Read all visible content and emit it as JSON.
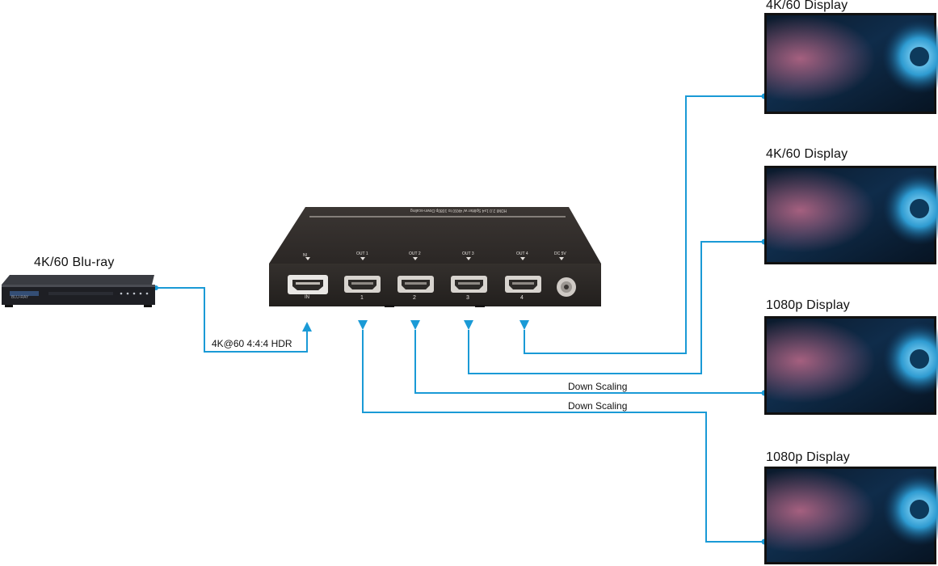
{
  "source": {
    "label": "4K/60 Blu-ray",
    "device_text": "BLU-RAY",
    "connection_label": "4K@60 4:4:4 HDR"
  },
  "splitter": {
    "top_caption": "HDMI 2.0 1x4 Splitter w/ 4K60 to 1080p Down-scaling",
    "ports": [
      {
        "top": "IN",
        "bottom": "IN"
      },
      {
        "top": "OUT 1",
        "bottom": "1"
      },
      {
        "top": "OUT 2",
        "bottom": "2"
      },
      {
        "top": "OUT 3",
        "bottom": "3"
      },
      {
        "top": "OUT 4",
        "bottom": "4"
      },
      {
        "top": "DC 5V",
        "bottom": ""
      }
    ]
  },
  "displays": [
    {
      "label": "4K/60 Display"
    },
    {
      "label": "4K/60 Display"
    },
    {
      "label": "1080p Display"
    },
    {
      "label": "1080p Display"
    }
  ],
  "annotations": {
    "down_scaling_1": "Down Scaling",
    "down_scaling_2": "Down Scaling"
  },
  "colors": {
    "cable": "#1a9ad6",
    "device": "#2a2623",
    "screen_dark": "#0a1f33",
    "screen_accent": "#3fa8d6"
  }
}
